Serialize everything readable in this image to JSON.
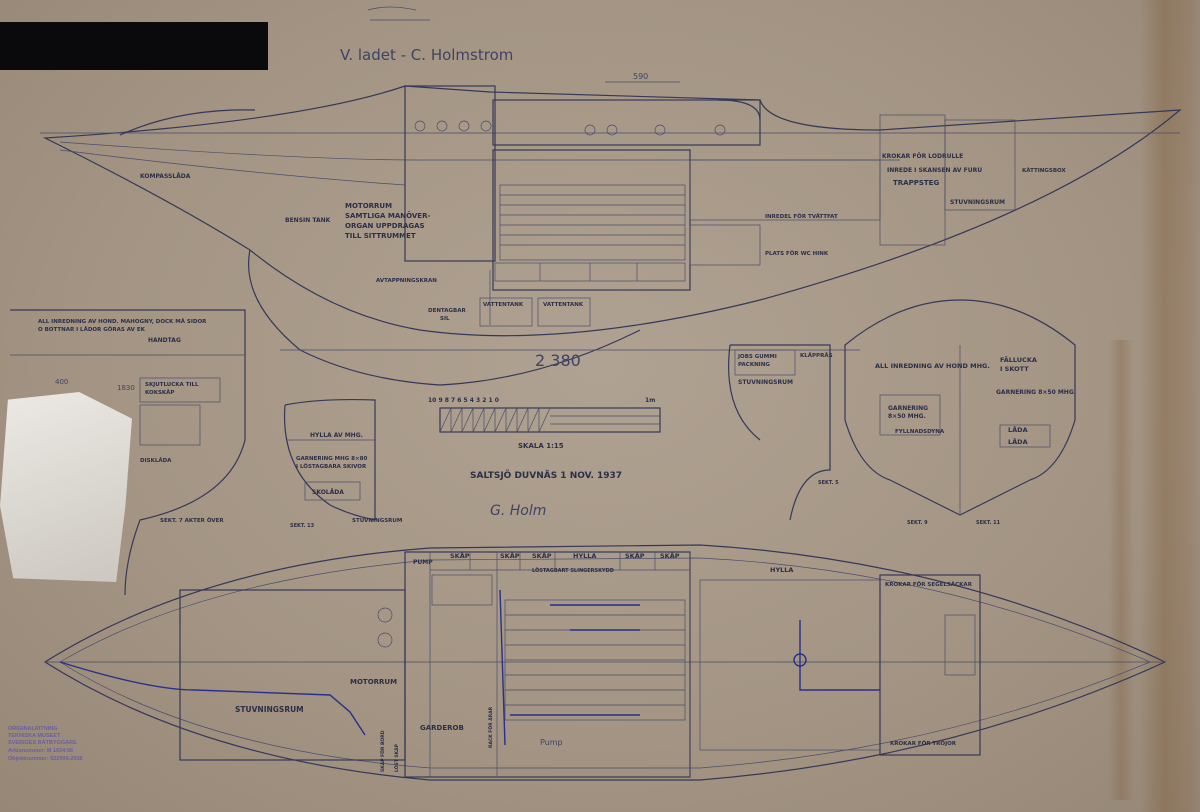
{
  "title_handwritten": "V. ladet - C. Holmstrom",
  "dimension_top": "590",
  "profile_labels": {
    "kompassladan": "KOMPASSLÅDA",
    "bensintank": "BENSIN TANK",
    "motorrum_1": "MOTORRUM",
    "motorrum_2": "SAMTLIGA MANÖVER-",
    "motorrum_3": "ORGAN UPPDRAGAS",
    "motorrum_4": "TILL SITTRUMMET",
    "avtappningskran": "AVTAPPNINGSKRAN",
    "centagbar_1": "DENTAGBAR",
    "centagbar_2": "SIL",
    "vattentank_1": "VATTENTANK",
    "vattentank_2": "VATTENTANK",
    "krokar_lodrulle": "KROKAR FÖR LODRULLE",
    "inrede_kansen": "INREDE I SKANSEN AV FURU",
    "kattingsbox": "KÄTTINGSBOX",
    "trappsteg": "TRAPPSTEG",
    "stuvningsrum_top": "STUVNINGSRUM",
    "inredel_tvattfat": "INREDEL FÖR TVÄTTFAT",
    "plats_wc": "PLATS FÖR WC HINK"
  },
  "section7_labels": {
    "note_1": "ALL INREDNING AV HOND. MAHOGNY, DOCK MÅ SIDOR",
    "note_2": "O BOTTNAR I LÅDOR GÖRAS AV EK",
    "handtag": "HANDTAG",
    "dim_400": "400",
    "dim_1830": "1830",
    "skjutlucka_1": "SKJUTLUCKA TILL",
    "skjutlucka_2": "KOKSKÅP",
    "diskladan": "DISKLÅDA",
    "caption": "SEKT. 7 AKTER ÖVER"
  },
  "section13_labels": {
    "hylla": "HYLLA AV MHG.",
    "garnering_1": "GARNERING MHG 8×80",
    "garnering_2": "I LÖSTAGBARA SKIVOR",
    "skolada": "SKOLÅDA",
    "stuvningsrum": "STUVNINGSRUM",
    "caption": "SEKT. 13"
  },
  "scale_bar": {
    "numbers": "10 9 8 7 6 5 4 3 2 1 0",
    "unit": "1m",
    "caption": "SKALA 1:15"
  },
  "length_dim": "2 380",
  "date_caption": "SALTSJÖ DUVNÄS 1 NOV. 1937",
  "signature": "G. Holm",
  "section5_labels": {
    "gummi_1": "JOBS GUMMI",
    "gummi_2": "PACKNING",
    "klappras": "KLÄPPRÅS",
    "stuvningsrum": "STUVNINGSRUM",
    "caption": "SEKT. 5"
  },
  "section9_labels": {
    "note": "ALL INREDNING AV HOND MHG.",
    "garnering_1": "GARNERING",
    "garnering_2": "8×50 MHG.",
    "fyllnadsdyna": "FYLLNADSDYNA",
    "caption": "SEKT. 9"
  },
  "section11_labels": {
    "fallucka_1": "FÄLLUCKA",
    "fallucka_2": "I SKOTT",
    "garnering": "GARNERING 8×50 MHG.",
    "lada_1": "LÅDA",
    "lada_2": "LÅDA",
    "caption": "SEKT. 11"
  },
  "plan_labels": {
    "pump": "PUMP",
    "skap_1": "SKÅP",
    "skap_2": "SKÅP",
    "skap_3": "SKÅP",
    "hylla_1": "HYLLA",
    "skap_4": "SKÅP",
    "skap_5": "SKÅP",
    "lostagbart": "LÖSTAGBART SLINGERSKYDD",
    "hylla_2": "HYLLA",
    "krokar_1": "KROKAR FÖR SEGELSÄCKAR",
    "krokar_2": "KROKAR FÖR TRÖJOR",
    "motorrum": "MOTORRUM",
    "stuvningsrum": "STUVNINGSRUM",
    "garderob": "GARDEROB",
    "rack": "RACK FÖR ÅRAR",
    "skap_vert": "SKÅP FÖR BORD",
    "lost_vert": "LÖST SKÅP",
    "pump_note": "Pump"
  },
  "archive_stamp": {
    "line1": "ORIGINALRITNING",
    "line2": "TEKNISKA MUSEET",
    "line3": "SVERIGES BÅTBYGGARE",
    "line4": "Arkivnummer: M 1934:56",
    "line5": "Objektnummer: 922009-2938"
  },
  "colors": {
    "paper": "#a39483",
    "pencil": "#35385a",
    "ink": "#27308a",
    "stamp": "#6a5fa0"
  }
}
